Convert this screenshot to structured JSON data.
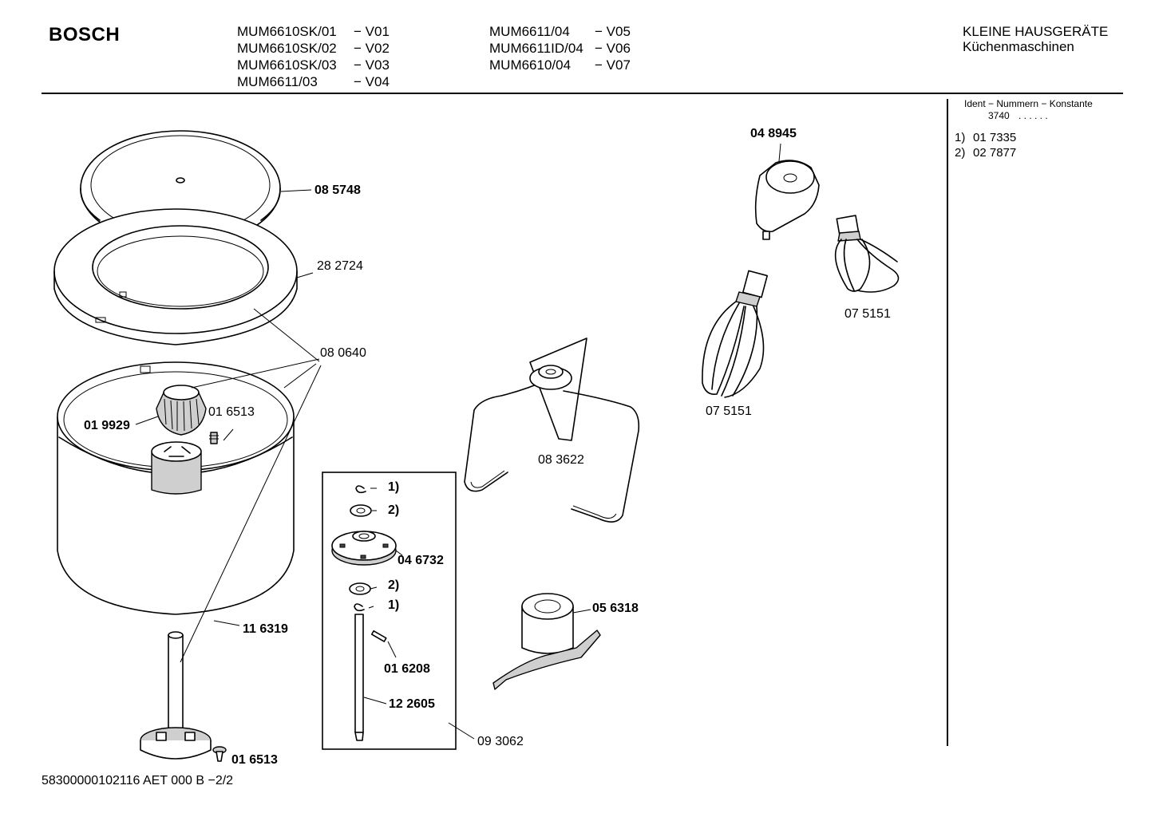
{
  "header": {
    "brand": "BOSCH",
    "models_left": [
      {
        "model": "MUM6610SK/01",
        "version": "− V01"
      },
      {
        "model": "MUM6610SK/02",
        "version": "− V02"
      },
      {
        "model": "MUM6610SK/03",
        "version": "− V03"
      },
      {
        "model": "MUM6611/03",
        "version": "− V04"
      }
    ],
    "models_right": [
      {
        "model": "MUM6611/04",
        "version": "− V05"
      },
      {
        "model": "MUM6611ID/04",
        "version": "− V06"
      },
      {
        "model": "MUM6610/04",
        "version": "− V07"
      }
    ],
    "category": "KLEINE HAUSGERÄTE",
    "subcategory": "Küchenmaschinen"
  },
  "sidebar": {
    "ident_title": "Ident − Nummern − Konstante",
    "ident_value": "3740",
    "ident_dots": ". . . . . .",
    "footnotes": [
      {
        "index": "1)",
        "number": "01 7335"
      },
      {
        "index": "2)",
        "number": "02 7877"
      }
    ]
  },
  "parts": {
    "lid": "08 5748",
    "splash_ring": "28 2724",
    "bowl_seal": "08 0640",
    "drive_cap": "01 9929",
    "screw_top": "01 6513",
    "bowl": "11 6319",
    "screw_bottom": "01 6513",
    "kit": "09 3062",
    "clip1": "1)",
    "washer1": "2)",
    "drive_disc": "04 6732",
    "washer2": "2)",
    "clip2": "1)",
    "pin": "01 6208",
    "shaft": "12 2605",
    "dough_hook": "08 3622",
    "stirrer": "05 6318",
    "adapter": "04 8945",
    "whisk_right": "07 5151",
    "whisk_left": "07 5151"
  },
  "footer": {
    "code": "58300000102116 AET 000 B −2/2"
  }
}
